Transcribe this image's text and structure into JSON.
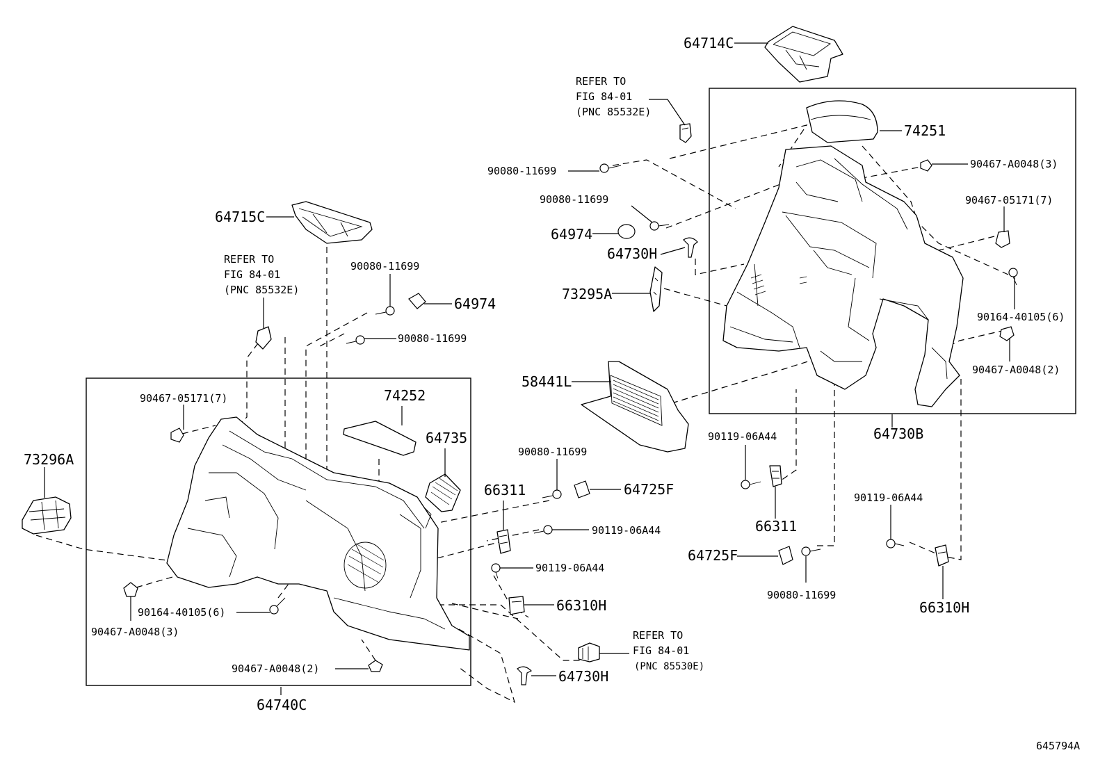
{
  "right_group": {
    "p64714C": "64714C",
    "refer_top": {
      "line1": "REFER TO",
      "line2": "FIG 84-01",
      "line3": "(PNC 85532E)"
    },
    "p74251": "74251",
    "p90080_a": "90080-11699",
    "p90080_b": "90080-11699",
    "p64974": "64974",
    "p64730H": "64730H",
    "p73295A": "73295A",
    "p90467_A0048_3": "90467-A0048(3)",
    "p90467_05171_7": "90467-05171(7)",
    "p90164_6": "90164-40105(6)",
    "p90467_A0048_2": "90467-A0048(2)",
    "p58441L": "58441L",
    "p64730B": "64730B",
    "p90119_a": "90119-06A44",
    "p66311": "66311",
    "p64725F": "64725F",
    "p90080_c": "90080-11699",
    "p90119_b": "90119-06A44",
    "p66310H": "66310H"
  },
  "left_group": {
    "p64715C": "64715C",
    "refer_left": {
      "line1": "REFER TO",
      "line2": "FIG 84-01",
      "line3": "(PNC 85532E)"
    },
    "p90080_a": "90080-11699",
    "p64974": "64974",
    "p90080_b": "90080-11699",
    "p90467_05171_7": "90467-05171(7)",
    "p74252": "74252",
    "p64735": "64735",
    "p73296A": "73296A",
    "p90164_6": "90164-40105(6)",
    "p90467_A0048_3": "90467-A0048(3)",
    "p90467_A0048_2": "90467-A0048(2)",
    "p64740C": "64740C"
  },
  "center_group": {
    "p90080": "90080-11699",
    "p66311": "66311",
    "p64725F": "64725F",
    "p90119_a": "90119-06A44",
    "p90119_b": "90119-06A44",
    "p66310H": "66310H",
    "refer_bottom": {
      "line1": "REFER TO",
      "line2": "FIG 84-01",
      "line3": "(PNC 85530E)"
    },
    "p64730H": "64730H"
  },
  "illustration_id": "645794A"
}
